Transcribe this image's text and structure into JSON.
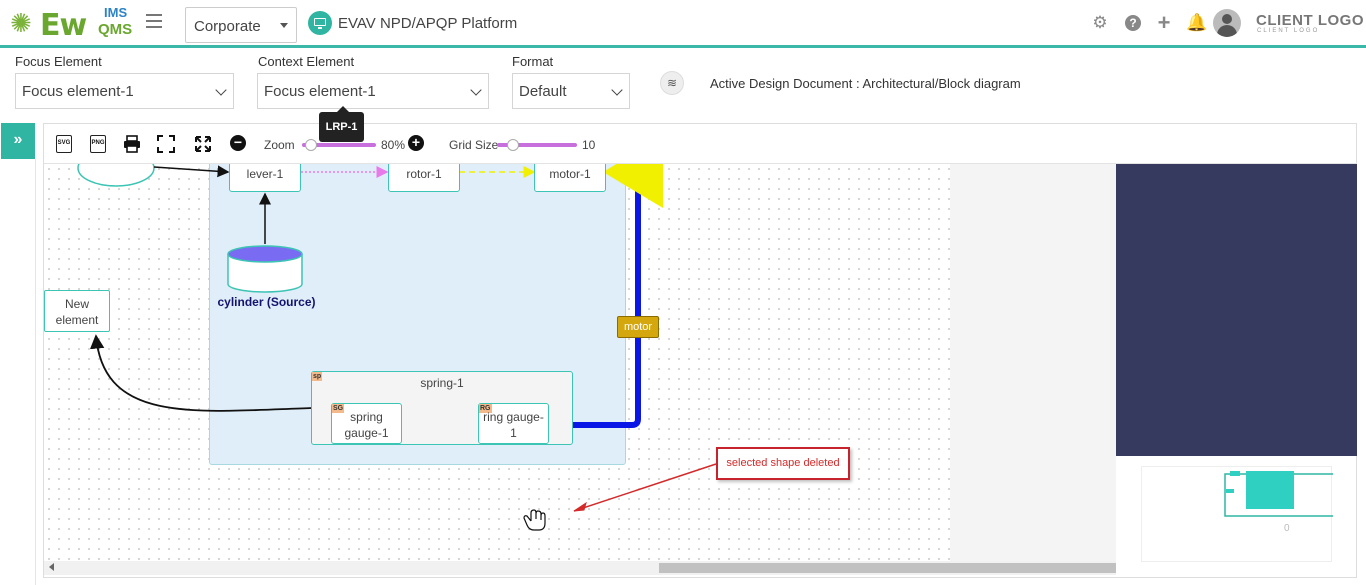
{
  "header": {
    "logo_main": "Ew",
    "logo_ims": "IMS",
    "logo_qms": "QMS",
    "org_select": "Corporate",
    "platform_title": "EVAV NPD/APQP Platform",
    "client_logo": "CLIENT LOGO",
    "client_logo_sub": "CLIENT LOGO"
  },
  "filters": {
    "focus_label": "Focus Element",
    "focus_value": "Focus element-1",
    "context_label": "Context Element",
    "context_value": "Focus element-1",
    "format_label": "Format",
    "format_value": "Default",
    "active_doc": "Active Design Document : Architectural/Block diagram",
    "tooltip": "LRP-1"
  },
  "toolbar": {
    "svg_label": "SVG",
    "png_label": "PNG",
    "zoom_label": "Zoom",
    "zoom_value": "80%",
    "zoom_fraction": 0.8,
    "grid_label": "Grid Size",
    "grid_value": "10"
  },
  "diagram": {
    "nodes": {
      "lever": "lever-1",
      "rotor": "rotor-1",
      "motor": "motor-1",
      "cylinder": "cylinder (Source)",
      "new_element_line1": "New",
      "new_element_line2": "element",
      "spring": "spring-1",
      "spring_tag": "sp",
      "spring_gauge_line1": "spring",
      "spring_gauge_line2": "gauge-1",
      "spring_gauge_tag": "SG",
      "ring_gauge_line1": "ring gauge-",
      "ring_gauge_line2": "1",
      "ring_gauge_tag": "RG"
    },
    "connector_label": "motor",
    "annotation": "selected shape deleted"
  },
  "minimap": {
    "value": "0"
  },
  "colors": {
    "accent": "#2fb5a2",
    "node_border": "#3cc4b4",
    "panel_dark": "#373a5f",
    "annotation_red": "#c8232c"
  }
}
